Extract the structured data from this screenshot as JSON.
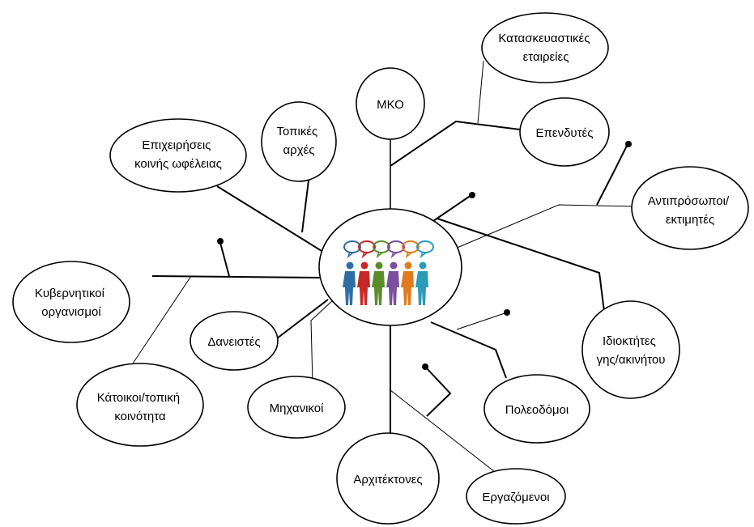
{
  "center": {
    "icon": "stakeholders-people-with-speech-bubbles-icon",
    "people_colors": [
      "#2e6da4",
      "#c62828",
      "#5b8c2a",
      "#7b4fa0",
      "#e07b1f",
      "#2b9ab8"
    ]
  },
  "stakeholders": {
    "kataskeuastikes": [
      "Κατασκευαστικές",
      "εταιρείες"
    ],
    "mko": [
      "ΜΚΟ"
    ],
    "ependytes": [
      "Επενδυτές"
    ],
    "topikes": [
      "Τοπικές",
      "αρχές"
    ],
    "epixeiriseis": [
      "Επιχειρήσεις",
      "κοινής ωφέλειας"
    ],
    "antiprosopoi": [
      "Αντιπρόσωποι/",
      "εκτιμητές"
    ],
    "kyvernitikoi": [
      "Κυβερνητικοί",
      "οργανισμοί"
    ],
    "idioktites": [
      "Ιδιοκτήτες",
      "γης/ακινήτου"
    ],
    "daneistes": [
      "Δανειστές"
    ],
    "katoikoi": [
      "Κάτοικοι/τοπική",
      "κοινότητα"
    ],
    "michanikoi": [
      "Μηχανικοί"
    ],
    "poleodomoi": [
      "Πολεοδόμοι"
    ],
    "architektones": [
      "Αρχιτέκτονες"
    ],
    "ergazomenoi": [
      "Εργαζόμενοι"
    ]
  }
}
